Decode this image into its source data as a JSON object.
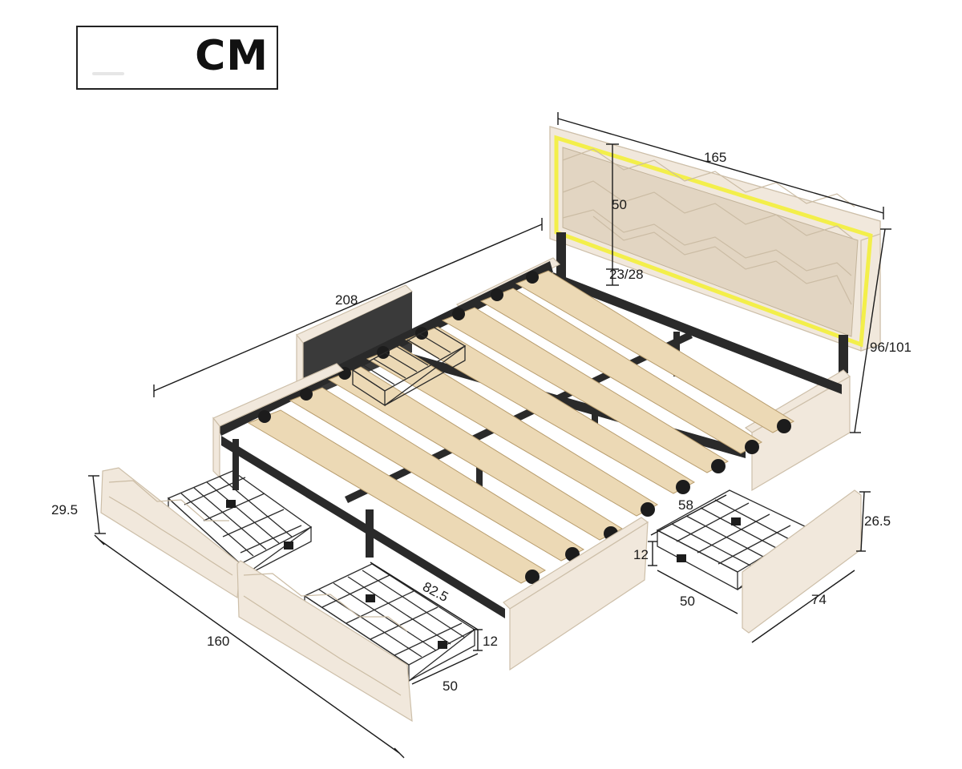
{
  "unit": {
    "label": "CM"
  },
  "dimensions": {
    "headboard_width": "165",
    "headboard_height": "50",
    "headboard_adjust": "23/28",
    "bed_length": "208",
    "total_height": "96/101",
    "drawer_front_height_left": "29.5",
    "drawer_front_width_left": "160",
    "drawer_depth_front": "82.5",
    "drawer_height_front": "12",
    "drawer_width_front": "50",
    "drawer_depth_right": "58",
    "drawer_height_right": "12",
    "drawer_width_right": "50",
    "drawer_front_height_right": "26.5",
    "drawer_front_width_right": "74"
  },
  "colors": {
    "fabric": "#f1e8dc",
    "slat": "#ecd9b5",
    "frame": "#2a2a2a",
    "led": "#f3ef4a"
  }
}
